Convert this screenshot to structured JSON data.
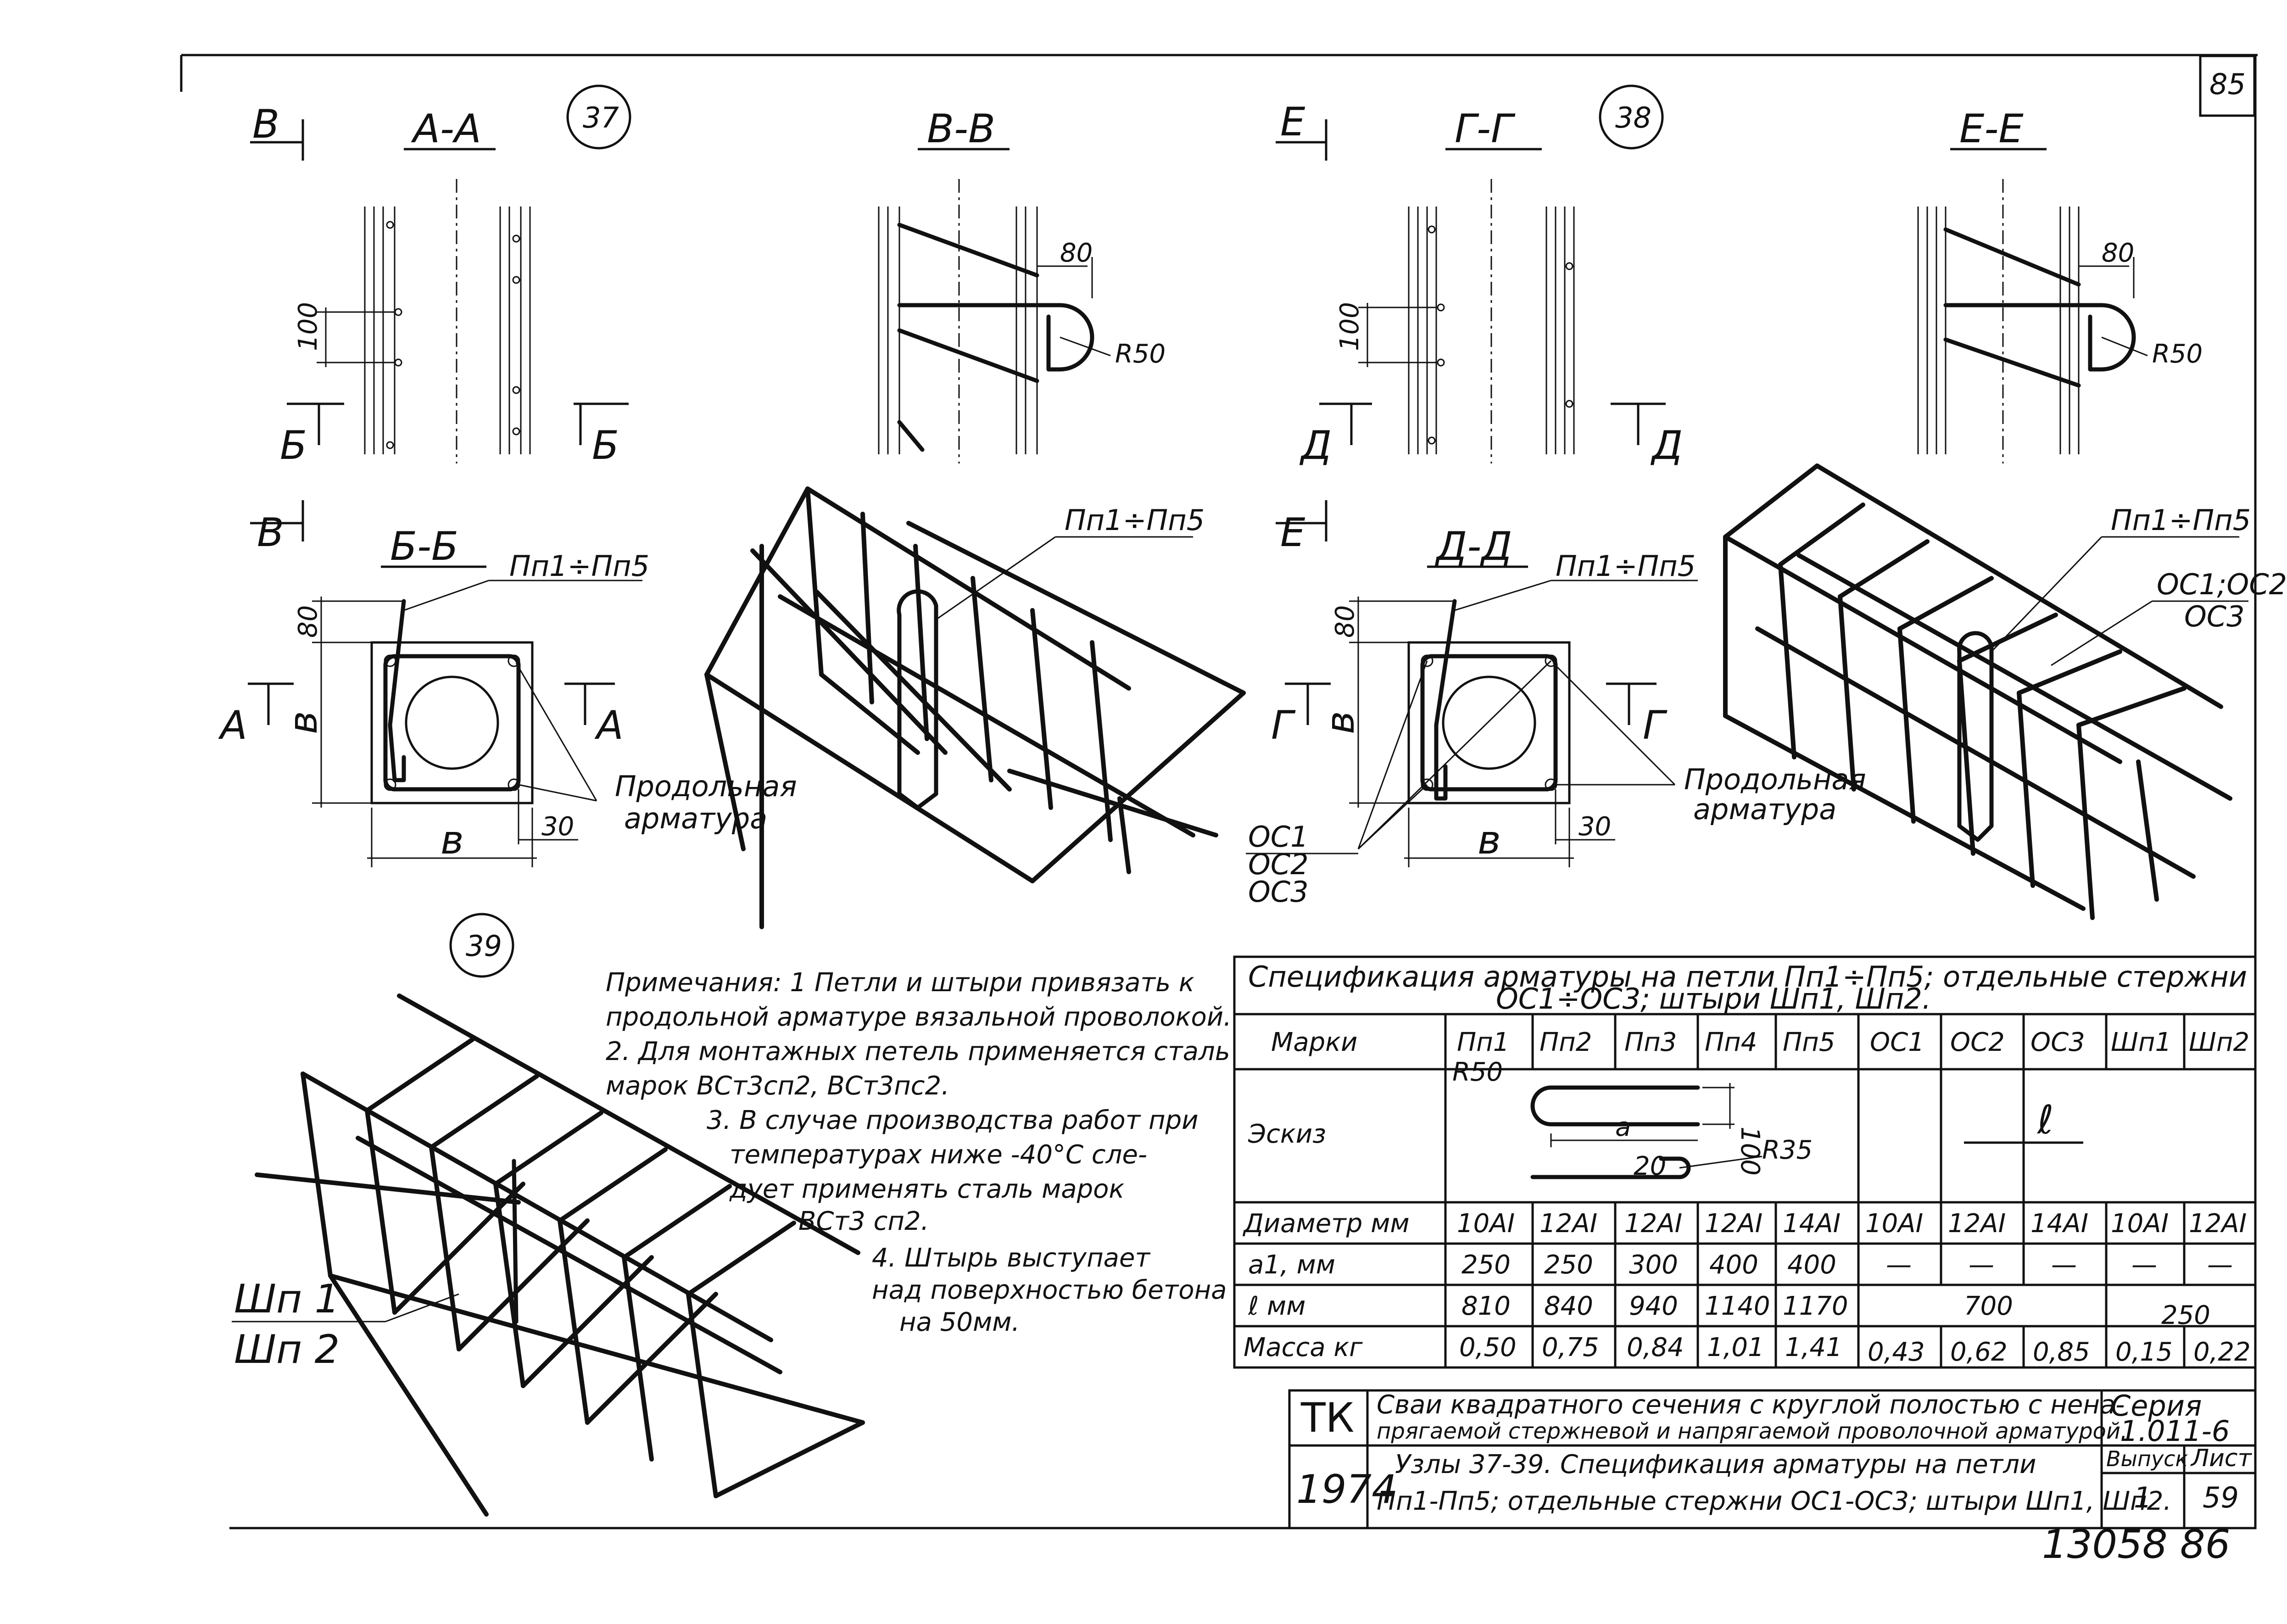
{
  "page_number_top": "85",
  "page_number_bottom": "13058   86",
  "nodes": {
    "n37": "37",
    "n38": "38",
    "n39": "39"
  },
  "sections": {
    "aa": "А-А",
    "vv": "В-В",
    "gg": "Г-Г",
    "ee": "Е-Е",
    "bb": "Б-Б",
    "dd": "Д-Д",
    "mark_b": "Б",
    "mark_v": "В",
    "mark_a": "А",
    "mark_g": "Г",
    "mark_d": "Д",
    "mark_e": "Е"
  },
  "dims": {
    "d100": "100",
    "d80": "80",
    "r50": "R50",
    "d30": "30",
    "b": "в"
  },
  "labels": {
    "loops": "Пп1÷Пп5",
    "long_reinf_1": "Продольная",
    "long_reinf_2": "арматура",
    "oc1": "ОС1",
    "oc2": "ОС2",
    "oc3": "ОС3",
    "oc12": "ОС1;ОС2",
    "shp1": "Шп 1",
    "shp2": "Шп 2"
  },
  "notes": [
    "Примечания: 1 Петли и штыри привязать к",
    "продольной арматуре вязальной проволокой.",
    "2. Для монтажных петель применяется сталь",
    "марок ВСт3сп2, ВСт3пс2.",
    "3. В случае производства работ при",
    "температурах ниже -40°С     сле-",
    "дует применять сталь марок",
    "ВСт3 сп2.",
    "4. Штырь выступает",
    "над поверхностью бетона",
    "на 50мм."
  ],
  "spec": {
    "title_1": "Спецификация арматуры на петли Пп1÷Пп5; отдельные стержни",
    "title_2": "ОС1÷ОС3; штыри Шп1, Шп2.",
    "row_marks": "Марки",
    "row_sketch": "Эскиз",
    "row_diam": "Диаметр мм",
    "row_a1": "а1, мм",
    "row_l": "ℓ мм",
    "row_mass": "Масса кг",
    "marks": [
      "Пп1",
      "Пп2",
      "Пп3",
      "Пп4",
      "Пп5",
      "ОС1",
      "ОС2",
      "ОС3",
      "Шп1",
      "Шп2"
    ],
    "diam": [
      "10АI",
      "12АI",
      "12АI",
      "12АI",
      "14АI",
      "10АI",
      "12АI",
      "14АI",
      "10АI",
      "12АI"
    ],
    "a1": [
      "250",
      "250",
      "300",
      "400",
      "400",
      "—",
      "—",
      "—",
      "—",
      "—"
    ],
    "l_loops": [
      "810",
      "840",
      "940",
      "1140",
      "1170"
    ],
    "l_oc": "700",
    "l_shp": "250",
    "mass": [
      "0,50",
      "0,75",
      "0,84",
      "1,01",
      "1,41",
      "0,43",
      "0,62",
      "0,85",
      "0,15",
      "0,22"
    ],
    "sketch_r50": "R50",
    "sketch_r35": "R35",
    "sketch_100": "100",
    "sketch_a": "а",
    "sketch_20": "20",
    "sketch_l": "ℓ"
  },
  "stamp": {
    "tk": "ТК",
    "year": "1974",
    "desc_1": "Сваи квадратного сечения с круглой полостью с нена-",
    "desc_2": "прягаемой стержневой и напрягаемой проволочной арматурой.",
    "title_1": "Узлы 37-39. Спецификация арматуры на петли",
    "title_2": "Пп1-Пп5; отдельные стержни ОС1-ОС3; штыри Шп1, Шп2.",
    "series_label": "Серия",
    "series": "1.011-6",
    "issue_label": "Выпуск",
    "issue": "1",
    "sheet_label": "Лист",
    "sheet": "59"
  }
}
